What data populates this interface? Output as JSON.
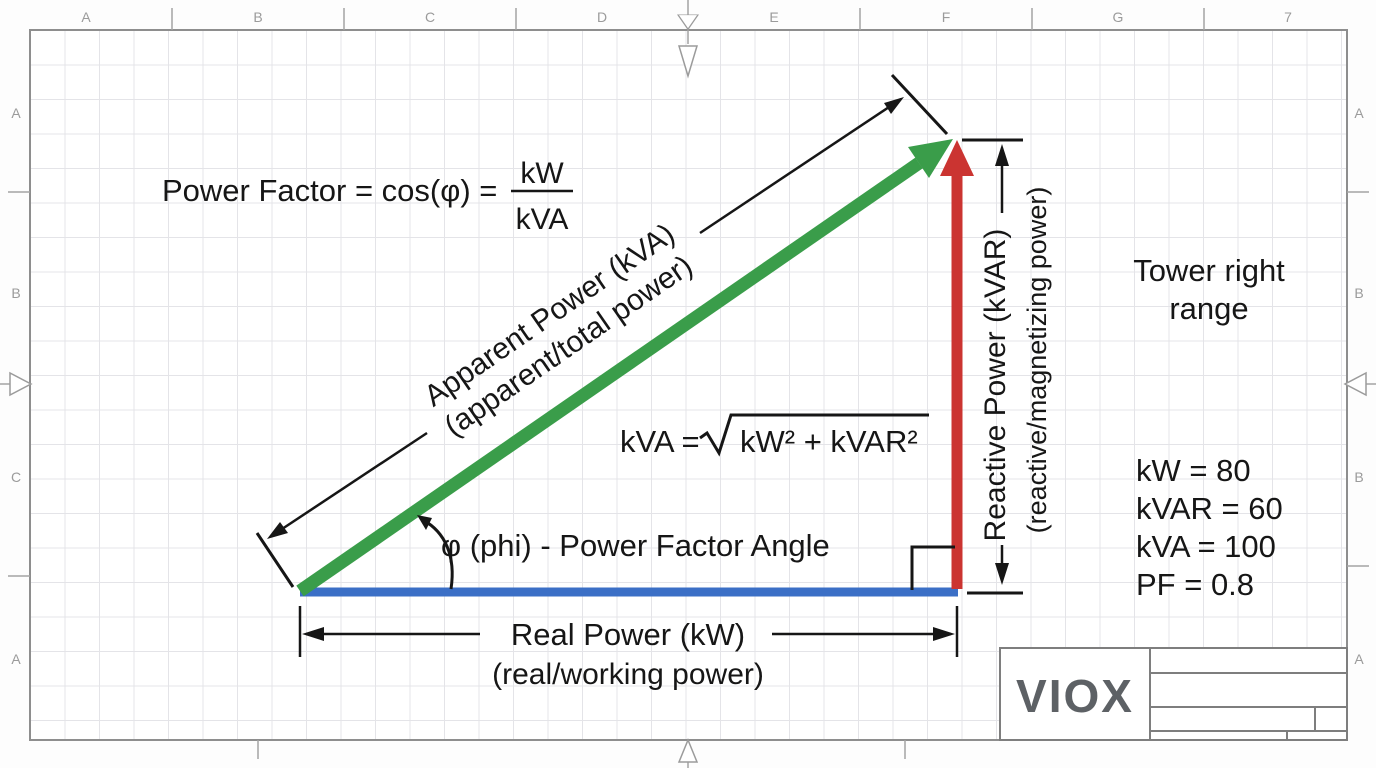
{
  "frame": {
    "top_labels": [
      "A",
      "B",
      "C",
      "D",
      "E",
      "F",
      "G",
      "7"
    ],
    "left_labels": [
      "A",
      "B",
      "C",
      "A"
    ],
    "right_labels": [
      "A",
      "B",
      "B",
      "A"
    ]
  },
  "formulas": {
    "pf_lhs": "Power Factor = cos(φ) =",
    "pf_numerator": "kW",
    "pf_denominator": "kVA",
    "kva_lhs": "kVA =",
    "kva_radicand": "kW² + kVAR²",
    "angle_label": "φ (phi) - Power Factor Angle"
  },
  "triangle": {
    "apparent_label": "Apparent Power (kVA)",
    "apparent_sublabel": "(apparent/total power)",
    "reactive_label": "Reactive Power (kVAR)",
    "reactive_sublabel": "(reactive/magnetizing power)",
    "real_label": "Real Power (kW)",
    "real_sublabel": "(real/working power)",
    "colors": {
      "real": "#3b6fc6",
      "reactive": "#cb3431",
      "apparent": "#3a9d4a"
    }
  },
  "note": {
    "line1": "Tower right",
    "line2": "range"
  },
  "values": [
    "kW = 80",
    "kVAR = 60",
    "kVA = 100",
    "PF = 0.8"
  ],
  "title_block": {
    "logo": "VIOX"
  }
}
